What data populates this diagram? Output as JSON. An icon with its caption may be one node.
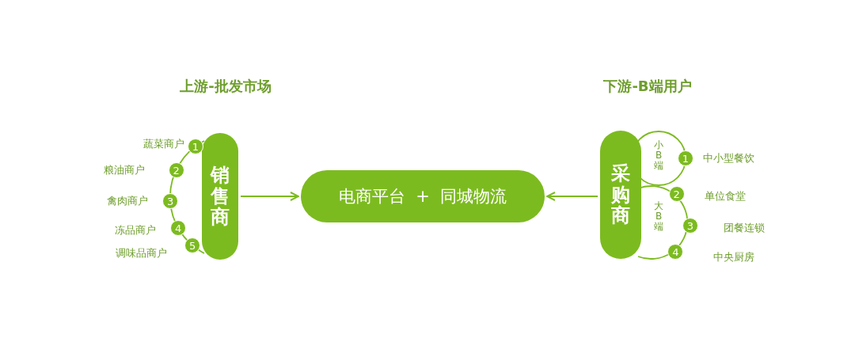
{
  "diagram": {
    "nodes": [
      {
        "text": [
          "销售商"
        ]
      },
      {
        "text": [
          "电商平台 + 同城物流"
        ]
      },
      {
        "text": [
          "采购商"
        ]
      },
      {
        "text": [
          "1"
        ],
        "beside": [
          "蔬菜商户"
        ]
      },
      {
        "text": [
          "2"
        ],
        "beside": [
          "粮油商户"
        ]
      },
      {
        "text": [
          "3"
        ],
        "beside": [
          "禽肉商户"
        ]
      },
      {
        "text": [
          "4"
        ],
        "beside": [
          "冻品商户"
        ]
      },
      {
        "text": [
          "5"
        ],
        "beside": [
          "调味品商户"
        ]
      },
      {
        "text": [
          "1"
        ],
        "beside": [
          "中小型餐饮"
        ]
      },
      {
        "text": [
          "2"
        ],
        "beside": [
          "单位食堂"
        ]
      },
      {
        "text": [
          "3"
        ],
        "beside": [
          "团餐连锁"
        ]
      },
      {
        "text": [
          "4"
        ],
        "beside": [
          "中央厨房"
        ]
      }
    ],
    "edges": [
      {
        "from": 0,
        "to": 1,
        "arrow": "to"
      },
      {
        "from": 2,
        "to": 1,
        "arrow": "to"
      }
    ],
    "labels": [
      "上游-批发市场",
      "下游-B端用户",
      "小B端",
      "大B端"
    ]
  }
}
